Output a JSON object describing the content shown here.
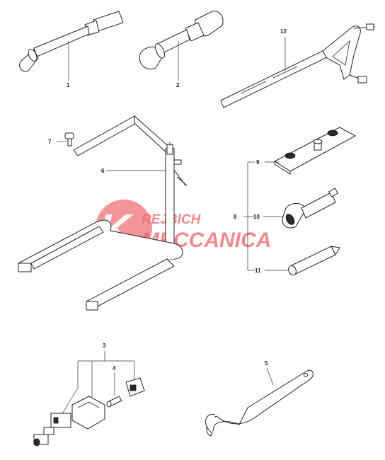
{
  "labels": {
    "p1": "1",
    "p2": "2",
    "p3": "3",
    "p4": "4",
    "p5": "5",
    "p6": "6",
    "p7": "7",
    "p8": "8",
    "p9": "9",
    "p10": "10",
    "p11": "11",
    "p12": "12"
  },
  "watermark": {
    "line1": "REJBICH",
    "line2": "MECCANICA",
    "color": "#e8404a"
  },
  "colors": {
    "line": "#222222",
    "background": "#ffffff",
    "accent": "#e8404a"
  }
}
